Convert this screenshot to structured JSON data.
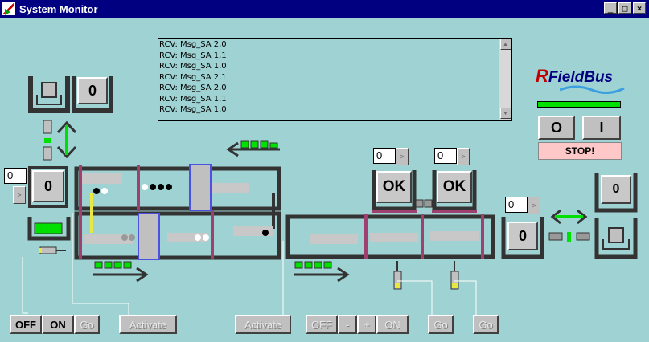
{
  "window": {
    "title": "System Monitor",
    "controls": [
      "_",
      "□",
      "×"
    ]
  },
  "log": {
    "lines": [
      "RCV: Msg_SA 2,0",
      "RCV: Msg_SA 1,1",
      "RCV: Msg_SA 1,0",
      "RCV: Msg_SA 2,1",
      "RCV: Msg_SA 2,0",
      "RCV: Msg_SA 1,1",
      "RCV: Msg_SA 1,0"
    ]
  },
  "logo": {
    "r": "R",
    "text": "FieldBus"
  },
  "system_buttons": {
    "off": "O",
    "on": "I",
    "stop": "STOP!"
  },
  "counters": {
    "top_left_counter": "0",
    "left_counter": "0",
    "left_spin_value": "0",
    "ok_left": "OK",
    "ok_right": "OK",
    "ok_left_spin_value": "0",
    "ok_right_spin_value": "0",
    "right_counter": "0",
    "right_spin_value": "0",
    "right_top_counter": "0"
  },
  "spin_glyph": ">",
  "bottom_controls": {
    "off": "OFF",
    "on": "ON",
    "go": "Go",
    "activate_1": "Activate",
    "activate_2": "Activate",
    "group_off": "OFF",
    "minus": "-",
    "plus": "+",
    "group_on": "ON",
    "go_2": "Go",
    "go_3": "Go"
  },
  "colors": {
    "background": "#9fd3d3",
    "titlebar": "#000080",
    "accent_green": "#00e000",
    "stop_pink": "#ffc8c8",
    "marker_purple": "#a04070",
    "shuttle_blue": "#5050e0"
  },
  "icons": [
    "app-icon",
    "up-down-arrow-icon",
    "left-arrow-icon",
    "right-arrow-icon",
    "left-right-arrow-icon",
    "tray-icon",
    "sensor-icon",
    "cylinder-icon"
  ]
}
